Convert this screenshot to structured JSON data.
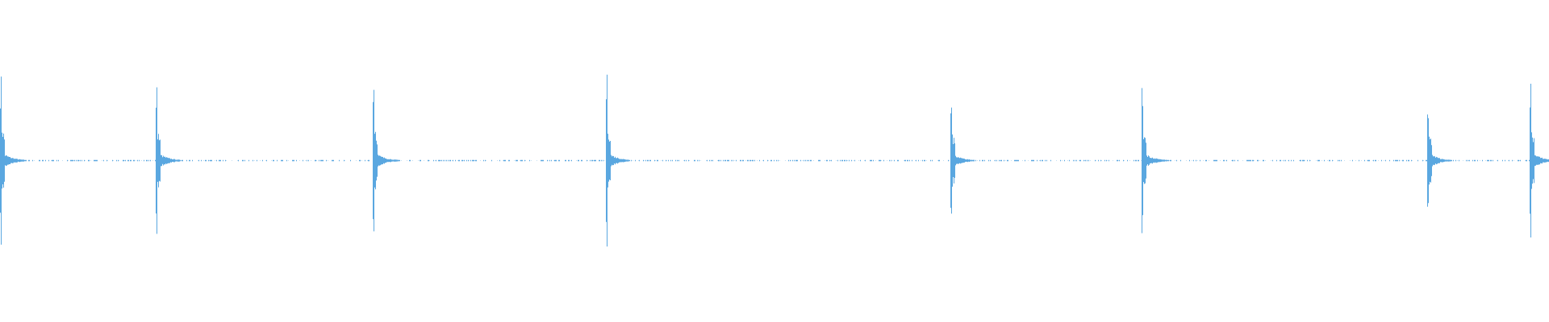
{
  "waveform": {
    "color": "#5aa7e0",
    "duration_s": 16.0,
    "amplitude_range": [
      -1.0,
      1.0
    ],
    "onsets": [
      {
        "time_s": 0.0,
        "peak": 0.98,
        "decay": 0.55,
        "tail": 0.9
      },
      {
        "time_s": 1.61,
        "peak": 0.86,
        "decay": 0.55,
        "tail": 1.2
      },
      {
        "time_s": 3.85,
        "peak": 1.0,
        "decay": 0.55,
        "tail": 1.0
      },
      {
        "time_s": 6.26,
        "peak": 0.98,
        "decay": 0.55,
        "tail": 1.3
      },
      {
        "time_s": 9.82,
        "peak": 0.74,
        "decay": 0.5,
        "tail": 1.0
      },
      {
        "time_s": 11.79,
        "peak": 0.84,
        "decay": 0.55,
        "tail": 1.1
      },
      {
        "time_s": 14.74,
        "peak": 0.76,
        "decay": 0.5,
        "tail": 0.7
      },
      {
        "time_s": 15.8,
        "peak": 0.96,
        "decay": 0.55,
        "tail": 0.3
      }
    ],
    "noise_floor": 0.006
  }
}
